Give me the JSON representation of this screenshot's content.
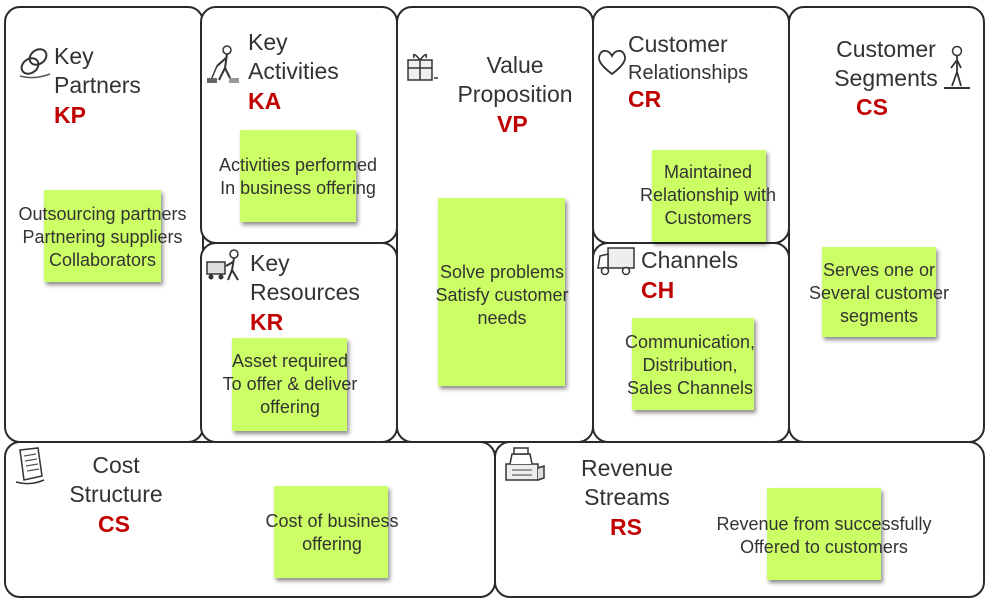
{
  "blocks": {
    "key_partners": {
      "title_line1": "Key",
      "title_line2": "Partners",
      "abbr": "KP",
      "note": [
        "Outsourcing partners",
        "Partnering suppliers",
        "Collaborators"
      ],
      "icon": "chain-link-icon"
    },
    "key_activities": {
      "title_line1": "Key",
      "title_line2": "Activities",
      "abbr": "KA",
      "note": [
        "Activities performed",
        "In business offering"
      ],
      "icon": "worker-cleaning-icon"
    },
    "key_resources": {
      "title_line1": "Key",
      "title_line2": "Resources",
      "abbr": "KR",
      "note": [
        "Asset required",
        "To offer & deliver",
        "offering"
      ],
      "icon": "worker-cart-icon"
    },
    "value_proposition": {
      "title_line1": "Value",
      "title_line2": "Proposition",
      "abbr": "VP",
      "note": [
        "Solve problems",
        "Satisfy customer",
        "needs"
      ],
      "icon": "gift-icon"
    },
    "customer_relationships": {
      "title_line1": "Customer",
      "title_line2": "Relationships",
      "abbr": "CR",
      "note": [
        "Maintained",
        "Relationship with",
        "Customers"
      ],
      "icon": "heart-icon"
    },
    "channels": {
      "title_line1": "Channels",
      "abbr": "CH",
      "note": [
        "Communication,",
        "Distribution,",
        "Sales Channels"
      ],
      "icon": "truck-icon"
    },
    "customer_segments": {
      "title_line1": "Customer",
      "title_line2": "Segments",
      "abbr": "CS",
      "note": [
        "Serves one or",
        "Several customer",
        "segments"
      ],
      "icon": "person-icon"
    },
    "cost_structure": {
      "title_line1": "Cost",
      "title_line2": "Structure",
      "abbr": "CS",
      "note": [
        "Cost of business",
        "offering"
      ],
      "icon": "receipt-icon"
    },
    "revenue_streams": {
      "title_line1": "Revenue",
      "title_line2": "Streams",
      "abbr": "RS",
      "note": [
        "Revenue from successfully",
        "Offered to customers"
      ],
      "icon": "cash-register-icon"
    }
  },
  "colors": {
    "note_fill": "#ccff66",
    "abbr_text": "#c00000",
    "title_text": "#333333",
    "border": "#2a2a2a"
  }
}
